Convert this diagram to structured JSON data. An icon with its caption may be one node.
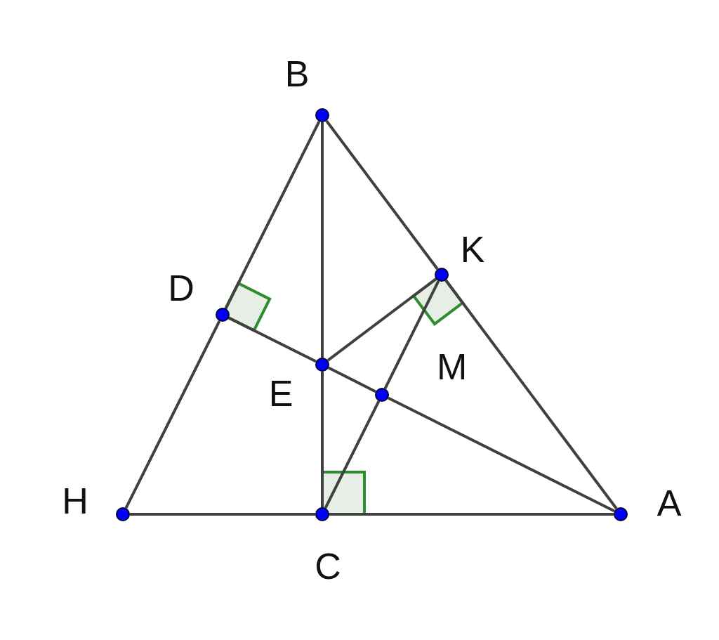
{
  "diagram": {
    "nodes": [
      {
        "text": [
          "B"
        ]
      },
      {
        "text": [
          "K"
        ]
      },
      {
        "text": [
          "D"
        ]
      },
      {
        "text": [
          "E"
        ]
      },
      {
        "text": [],
        "shape": "circle"
      },
      {
        "text": [
          "H"
        ]
      },
      {
        "text": [
          "C"
        ]
      },
      {
        "text": [
          "A"
        ]
      }
    ],
    "edges": [
      {
        "from": 5,
        "to": 2,
        "arrow": "none"
      },
      {
        "from": 2,
        "to": 0,
        "arrow": "none"
      },
      {
        "from": 0,
        "to": 1,
        "arrow": "none"
      },
      {
        "from": 1,
        "to": 7,
        "arrow": "none"
      },
      {
        "from": 5,
        "to": 6,
        "arrow": "none"
      },
      {
        "from": 6,
        "to": 7,
        "arrow": "none"
      },
      {
        "from": 0,
        "to": 3,
        "arrow": "none"
      },
      {
        "from": 3,
        "to": 6,
        "arrow": "none"
      },
      {
        "from": 2,
        "to": 3,
        "arrow": "none"
      },
      {
        "from": 3,
        "to": 4,
        "arrow": "none"
      },
      {
        "from": 4,
        "to": 7,
        "arrow": "none"
      },
      {
        "from": 1,
        "to": 3,
        "arrow": "none"
      },
      {
        "from": 6,
        "to": 4,
        "arrow": "none"
      },
      {
        "from": 4,
        "to": 1,
        "arrow": "none"
      }
    ],
    "labels": [
      "M"
    ]
  }
}
